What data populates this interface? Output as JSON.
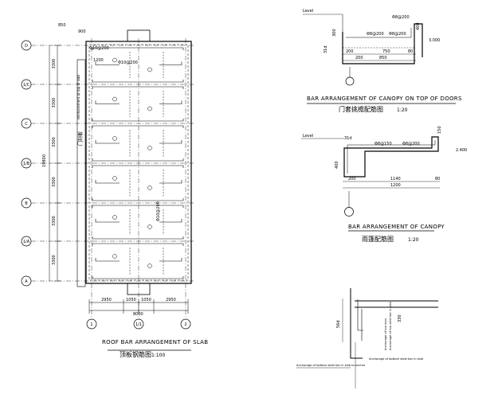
{
  "roof_plan": {
    "grid_rows": [
      "D",
      "1/C",
      "C",
      "1/B",
      "B",
      "1/A",
      "A"
    ],
    "grid_cols": [
      "1",
      "1/1",
      "2"
    ],
    "row_dims": [
      "3300",
      "3300",
      "3300",
      "3300",
      "3300",
      "3300"
    ],
    "overall_dim": "19800",
    "top_dim": "850",
    "top_label": "900",
    "bottom_dims": [
      "2950",
      "1050",
      "1050",
      "2950"
    ],
    "bottom_total": "8000",
    "bars": [
      "Φ10@200",
      "Φ10@200",
      "Φ10@200",
      "1200"
    ],
    "side_label": "门刻板",
    "side_note": "reinforcement at top of slab",
    "title_en": "ROOF BAR ARRANGEMENT OF SLAB",
    "title_zh": "顶板钢筋图",
    "scale": "1:100"
  },
  "canopy_doors": {
    "level": "Level",
    "bar_left": "Φ8@200",
    "bar_mid": "Φ8@200",
    "bar_right": "Φ8@200",
    "dim_300": "300",
    "dim_400": "400",
    "dim_3000": "3.000",
    "dim_31d": "31d",
    "dims_bottom": [
      "200",
      "200",
      "750",
      "80"
    ],
    "dim_total": "850",
    "title_en": "BAR ARRANGEMENT OF CANOPY ON TOP OF DOORS",
    "title_zh": "门套挑檐配筋图",
    "scale": "1:20"
  },
  "canopy": {
    "level": "Level",
    "dim_31d": "31d",
    "bar_top": "Φ8@150",
    "bar_dist": "Φ8@200",
    "dim_400": "400",
    "dim_150": "150",
    "dim_2400": "2.400",
    "dims_bottom": [
      "200",
      "1140",
      "80"
    ],
    "dim_total": "1200",
    "title_en": "BAR ARRANGEMENT OF CANOPY",
    "title_zh": "雨篷配筋图",
    "scale": "1:20"
  },
  "section": {
    "dim_56d": "56d",
    "dim_330": "330",
    "note_1": "Anchorage of top bars",
    "note_2": "Anchorage of top steel bar in slab",
    "note_3": "Anchorage of bottom steel bar in slab",
    "note_4": "Anchorage of bottom steel bar in slab to anchor"
  }
}
